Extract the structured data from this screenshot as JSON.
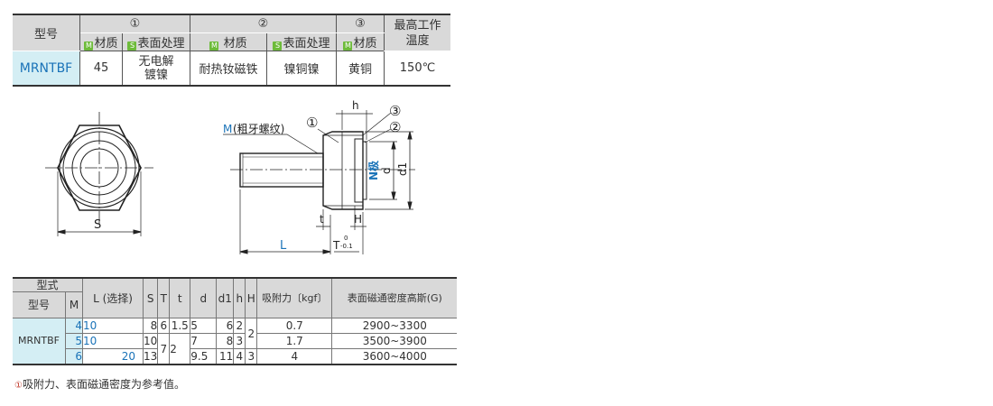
{
  "spec_table": {
    "col_model": "型号",
    "group1": "①",
    "group2": "②",
    "group3": "③",
    "col_temp": "最高工作温度",
    "m_badge": "M",
    "s_badge": "S",
    "material_label": "材质",
    "surface_label": "表面处理",
    "row": {
      "model": "MRNTBF",
      "material1": "45",
      "surface1_line1": "无电解",
      "surface1_line2": "镀镍",
      "material2": "耐热钕磁铁",
      "surface2": "镍铜镍",
      "material3": "黄铜",
      "temp": "150℃"
    }
  },
  "drawing": {
    "label_m": "M",
    "label_m_rest": "(粗牙螺纹)",
    "label_s": "S",
    "label_l": "L",
    "label_t_small": "t",
    "label_H": "H",
    "label_h": "h",
    "label_d": "d",
    "label_d1": "d1",
    "label_npole": "N极",
    "label_T": "T",
    "tol_upper": "0",
    "tol_lower": "-0.1",
    "callout1": "①",
    "callout2": "②",
    "callout3": "③"
  },
  "dim_table": {
    "h_type": "型式",
    "h_model": "型号",
    "h_m": "M",
    "h_l": "L (选择)",
    "h_s": "S",
    "h_T": "T",
    "h_t": "t",
    "h_d": "d",
    "h_d1": "d1",
    "h_h": "h",
    "h_H": "H",
    "h_force": "吸附力〔kgf〕",
    "h_flux": "表面磁通密度高斯(G)",
    "model": "MRNTBF",
    "t_shared": "2",
    "T_shared": "7",
    "H_shared": "2",
    "rows": [
      {
        "m": "4",
        "l1": "10",
        "l2": "",
        "s": "8",
        "T": "6",
        "t": "1.5",
        "d": "5",
        "d1": "6",
        "h": "2",
        "H": "",
        "force": "0.7",
        "flux": "2900~3300"
      },
      {
        "m": "5",
        "l1": "10",
        "l2": "",
        "s": "10",
        "T": "",
        "t": "",
        "d": "7",
        "d1": "8",
        "h": "3",
        "H": "",
        "force": "1.7",
        "flux": "3500~3900"
      },
      {
        "m": "6",
        "l1": "",
        "l2": "20",
        "s": "13",
        "T": "",
        "t": "",
        "d": "9.5",
        "d1": "11",
        "h": "4",
        "H": "3",
        "force": "4",
        "flux": "3600~4000"
      }
    ]
  },
  "note": {
    "mark": "①",
    "text": "吸附力、表面磁通密度为参考值。"
  }
}
